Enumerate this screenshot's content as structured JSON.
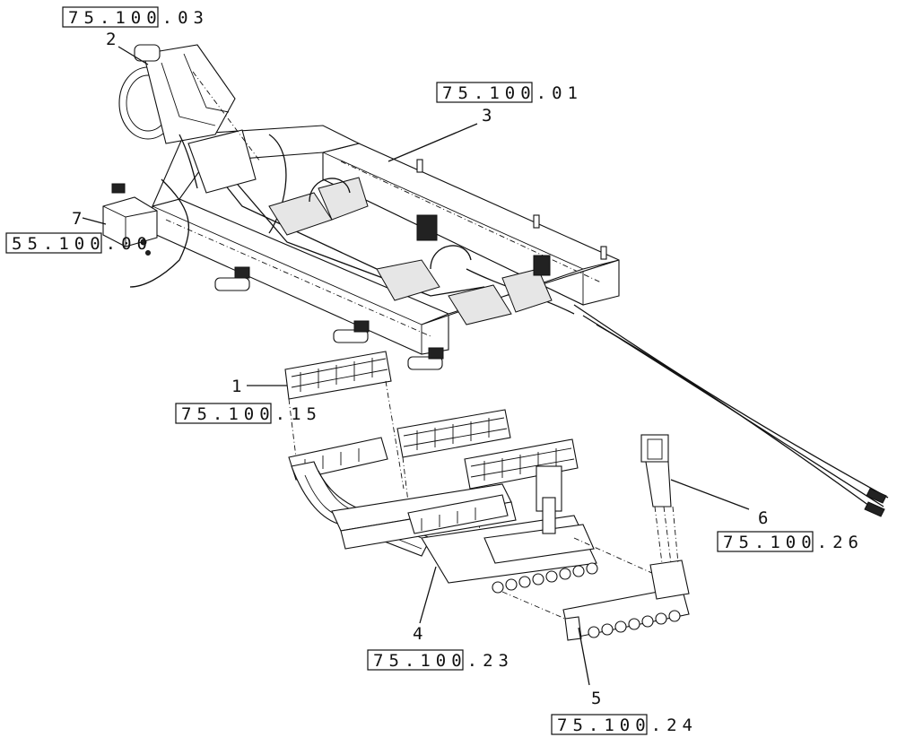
{
  "callouts": [
    {
      "num": "1",
      "ref": "75.100.15"
    },
    {
      "num": "2",
      "ref": "75.100.03"
    },
    {
      "num": "3",
      "ref": "75.100.01"
    },
    {
      "num": "4",
      "ref": "75.100.23"
    },
    {
      "num": "5",
      "ref": "75.100.24"
    },
    {
      "num": "6",
      "ref": "75.100.26"
    },
    {
      "num": "7",
      "ref": "55.100.00"
    }
  ]
}
